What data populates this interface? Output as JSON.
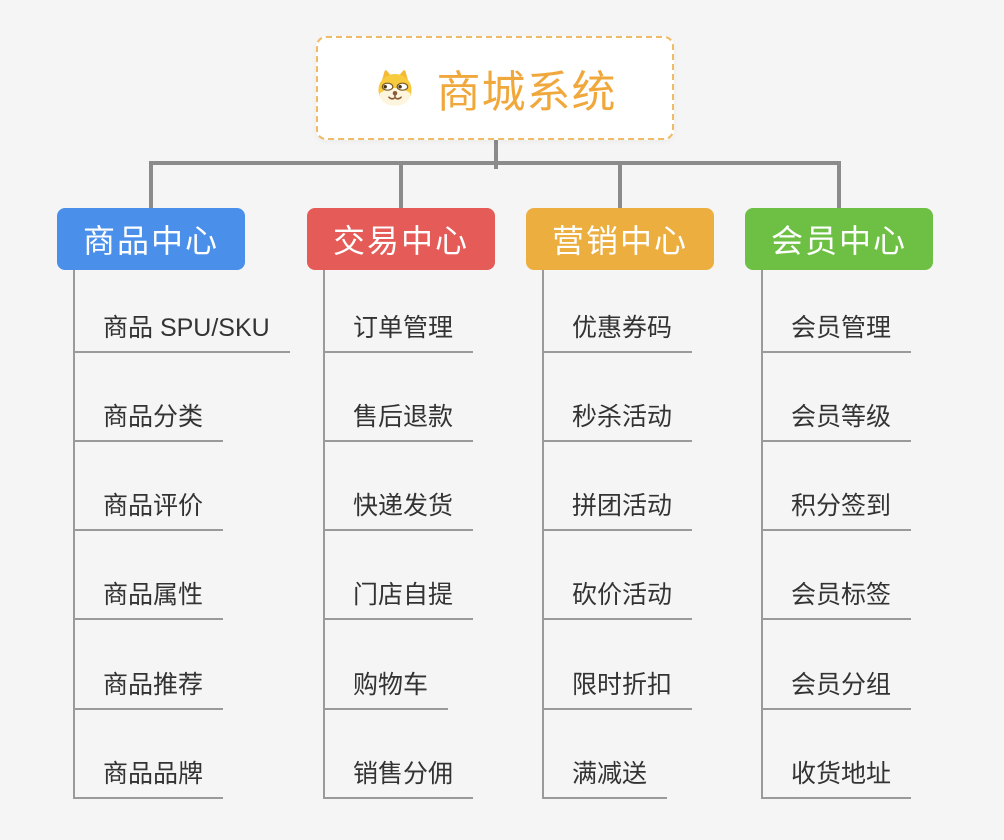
{
  "canvas": {
    "background_color": "#F5F5F5",
    "connector_color": "#8B8B8B",
    "leaf_line_color": "#9A9A9A"
  },
  "root": {
    "title": "商城系统",
    "icon": "dog-face-icon",
    "text_color": "#F0A83C",
    "border_color": "#EFBB66",
    "background": "#FFFFFF"
  },
  "branches": [
    {
      "label": "商品中心",
      "color": "#4A90EA",
      "items": [
        "商品 SPU/SKU",
        "商品分类",
        "商品评价",
        "商品属性",
        "商品推荐",
        "商品品牌"
      ]
    },
    {
      "label": "交易中心",
      "color": "#E45B58",
      "items": [
        "订单管理",
        "售后退款",
        "快递发货",
        "门店自提",
        "购物车",
        "销售分佣"
      ]
    },
    {
      "label": "营销中心",
      "color": "#ECAF3F",
      "items": [
        "优惠券码",
        "秒杀活动",
        "拼团活动",
        "砍价活动",
        "限时折扣",
        "满减送"
      ]
    },
    {
      "label": "会员中心",
      "color": "#6EC044",
      "items": [
        "会员管理",
        "会员等级",
        "积分签到",
        "会员标签",
        "会员分组",
        "收货地址"
      ]
    }
  ]
}
